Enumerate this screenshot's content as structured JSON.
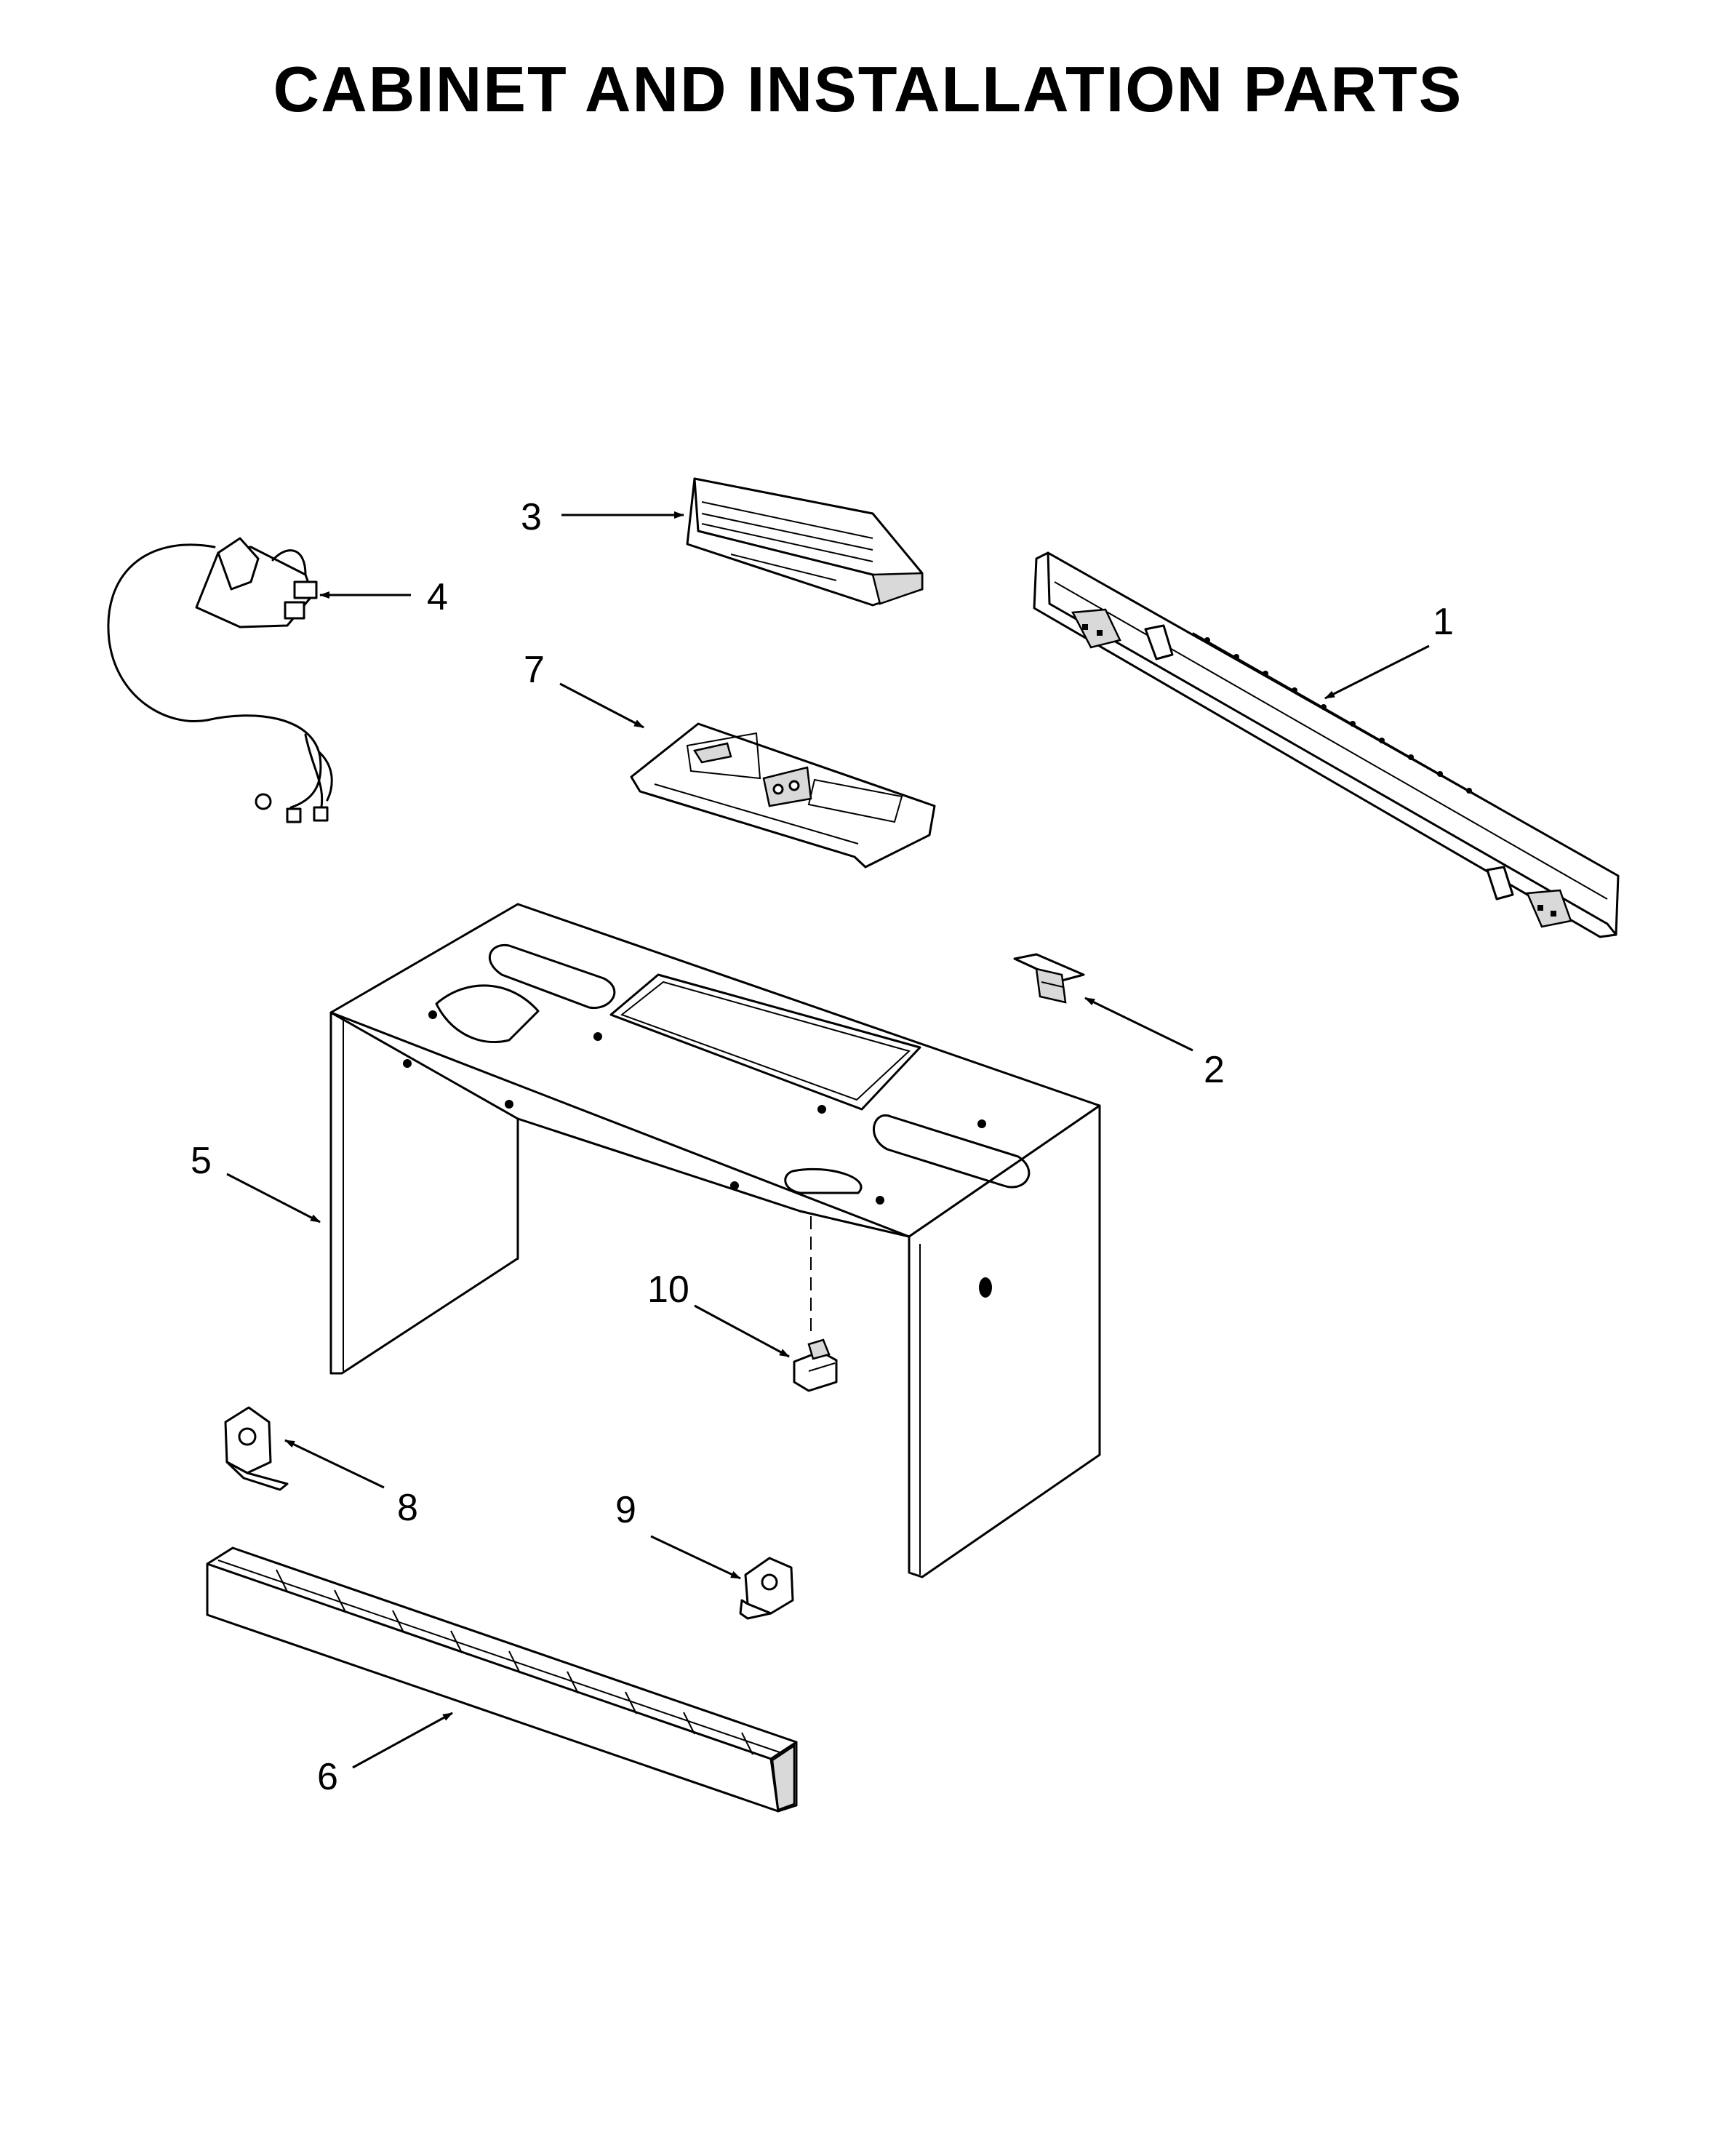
{
  "title": "CABINET AND INSTALLATION PARTS",
  "callouts": {
    "p1": "1",
    "p2": "2",
    "p3": "3",
    "p4": "4",
    "p5": "5",
    "p6": "6",
    "p7": "7",
    "p8": "8",
    "p9": "9",
    "p10": "10"
  }
}
